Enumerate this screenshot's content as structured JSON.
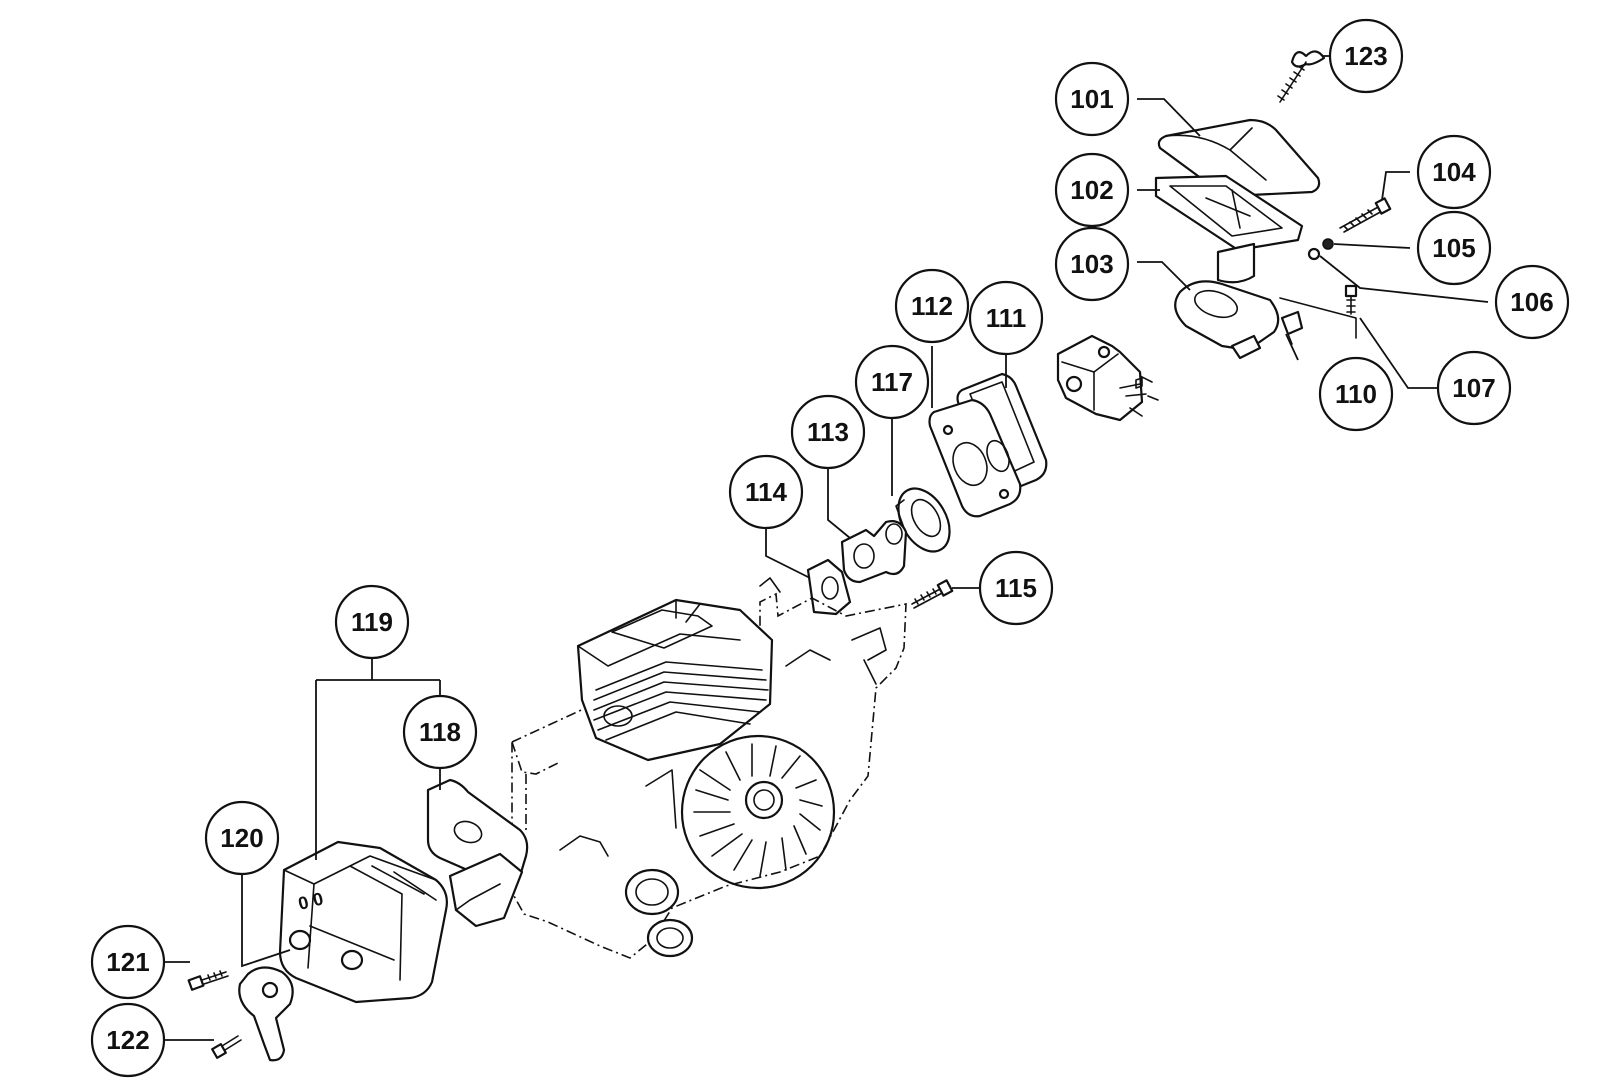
{
  "callouts": {
    "c101": "101",
    "c102": "102",
    "c103": "103",
    "c104": "104",
    "c105": "105",
    "c106": "106",
    "c107": "107",
    "c110": "110",
    "c111": "111",
    "c112": "112",
    "c113": "113",
    "c114": "114",
    "c115": "115",
    "c117": "117",
    "c118": "118",
    "c119": "119",
    "c120": "120",
    "c121": "121",
    "c122": "122",
    "c123": "123"
  },
  "colors": {
    "ink": "#111111",
    "paper": "#ffffff"
  }
}
